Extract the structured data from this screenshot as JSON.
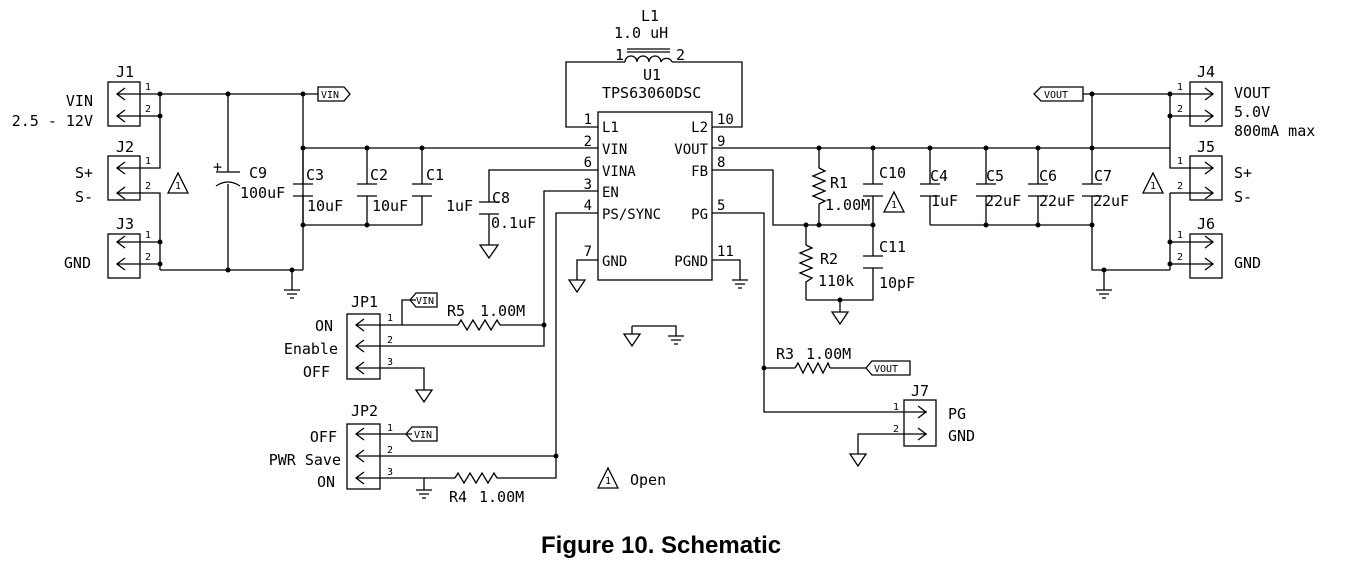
{
  "caption": "Figure 10. Schematic",
  "ic": {
    "ref": "U1",
    "part": "TPS63060DSC",
    "pins": {
      "l1": "L1",
      "vin": "VIN",
      "vina": "VINA",
      "en": "EN",
      "ps": "PS/SYNC",
      "gnd": "GND",
      "l2": "L2",
      "vout": "VOUT",
      "fb": "FB",
      "pg": "PG",
      "pgnd": "PGND"
    },
    "pin_nums": {
      "l1": "1",
      "vin": "2",
      "vina": "6",
      "en": "3",
      "ps": "4",
      "gnd": "7",
      "l2": "10",
      "vout": "9",
      "fb": "8",
      "pg": "5",
      "pgnd": "11"
    }
  },
  "inductor": {
    "ref": "L1",
    "value": "1.0 uH",
    "pin1": "1",
    "pin2": "2"
  },
  "capacitors": {
    "c9": {
      "ref": "C9",
      "value": "100uF"
    },
    "c3": {
      "ref": "C3",
      "value": "10uF"
    },
    "c2": {
      "ref": "C2",
      "value": "10uF"
    },
    "c1": {
      "ref": "C1",
      "value": "1uF"
    },
    "c8": {
      "ref": "C8",
      "value": "0.1uF"
    },
    "c10": {
      "ref": "C10"
    },
    "c11": {
      "ref": "C11",
      "value": "10pF"
    },
    "c4": {
      "ref": "C4",
      "value": "1uF"
    },
    "c5": {
      "ref": "C5",
      "value": "22uF"
    },
    "c6": {
      "ref": "C6",
      "value": "22uF"
    },
    "c7": {
      "ref": "C7",
      "value": "22uF"
    }
  },
  "resistors": {
    "r1": {
      "ref": "R1",
      "value": "1.00M"
    },
    "r2": {
      "ref": "R2",
      "value": "110k"
    },
    "r3": {
      "ref": "R3",
      "value": "1.00M"
    },
    "r4": {
      "ref": "R4",
      "value": "1.00M"
    },
    "r5": {
      "ref": "R5",
      "value": "1.00M"
    }
  },
  "connectors": {
    "j1": {
      "ref": "J1",
      "label_a": "VIN",
      "label_b": "2.5 - 12V"
    },
    "j2": {
      "ref": "J2",
      "label_a": "S+",
      "label_b": "S-"
    },
    "j3": {
      "ref": "J3",
      "label_a": "GND"
    },
    "j4": {
      "ref": "J4",
      "label_a": "VOUT",
      "label_b": "5.0V",
      "label_c": "800mA max"
    },
    "j5": {
      "ref": "J5",
      "label_a": "S+",
      "label_b": "S-"
    },
    "j6": {
      "ref": "J6",
      "label_a": "GND"
    },
    "j7": {
      "ref": "J7",
      "label_a": "PG",
      "label_b": "GND"
    },
    "jp1": {
      "ref": "JP1",
      "label_a": "ON",
      "label_b": "Enable",
      "label_c": "OFF"
    },
    "jp2": {
      "ref": "JP2",
      "label_a": "OFF",
      "label_b": "PWR Save",
      "label_c": "ON"
    }
  },
  "connector_pins": {
    "p1": "1",
    "p2": "2",
    "p3": "3"
  },
  "net_labels": {
    "vin": "VIN",
    "vout": "VOUT"
  },
  "legend": {
    "mark": "1",
    "text": "Open"
  }
}
